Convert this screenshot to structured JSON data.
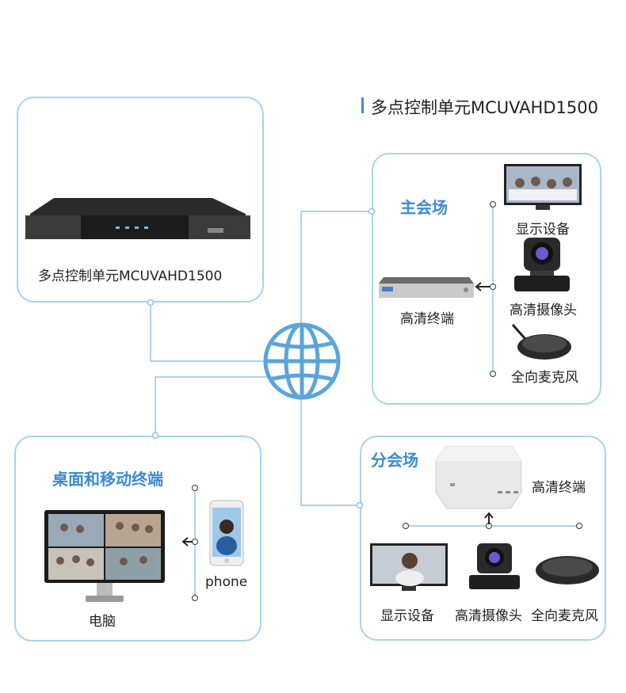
{
  "header": {
    "title": "多点控制单元MCUVAHD1500"
  },
  "mcu_box": {
    "label": "多点控制单元MCUVAHD1500"
  },
  "main_site": {
    "title": "主会场",
    "terminal_label": "高清终端",
    "devices": [
      "显示设备",
      "高清摄像头",
      "全向麦克风"
    ]
  },
  "desktop_site": {
    "title": "桌面和移动终端",
    "pc_label": "电脑",
    "phone_label": "phone"
  },
  "branch_site": {
    "title": "分会场",
    "terminal_label": "高清终端",
    "devices": [
      "显示设备",
      "高清摄像头",
      "全向麦克风"
    ]
  },
  "colors": {
    "line": "#5aa5db",
    "box_border": "#a9d3ee",
    "accent": "#3b8ad6"
  },
  "icons": {
    "network": "globe-icon",
    "arrow": "arrow-left-icon"
  }
}
